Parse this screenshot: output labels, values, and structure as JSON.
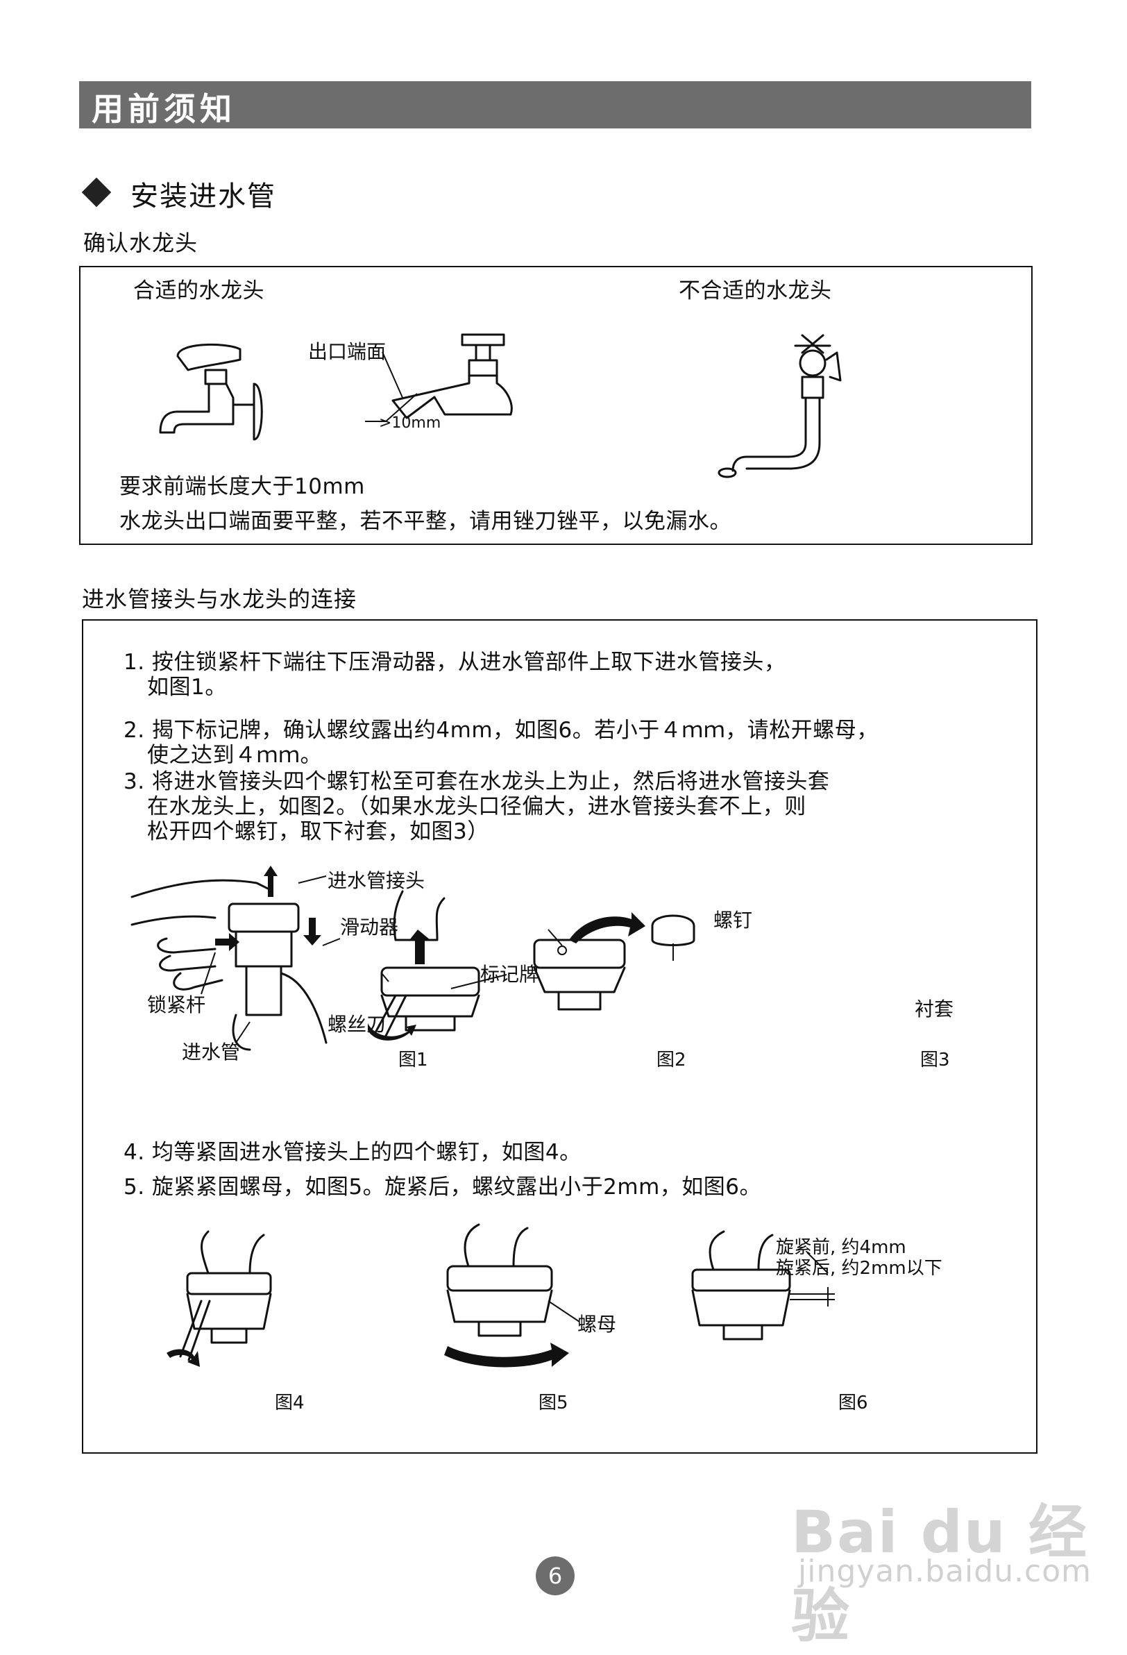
{
  "header": {
    "title": "用前须知"
  },
  "section": {
    "title": "安装进水管"
  },
  "faucet_check": {
    "subtitle": "确认水龙头",
    "suitable_label": "合适的水龙头",
    "unsuitable_label": "不合适的水龙头",
    "outlet_face_label": "出口端面",
    "length_label": ">10mm",
    "note1": "要求前端长度大于10mm",
    "note2": "水龙头出口端面要平整，若不平整，请用锉刀锉平，以免漏水。"
  },
  "connection": {
    "subtitle": "进水管接头与水龙头的连接",
    "steps": [
      {
        "line1": "1. 按住锁紧杆下端往下压滑动器，从进水管部件上取下进水管接头，",
        "line2": "如图1。"
      },
      {
        "line1": "2. 揭下标记牌，确认螺纹露出约4mm，如图6。若小于４ｍｍ，请松开螺母，",
        "line2": "使之达到４ｍｍ。"
      },
      {
        "line1": "3. 将进水管接头四个螺钉松至可套在水龙头上为止，然后将进水管接头套",
        "line2": "在水龙头上，如图2。（如果水龙头口径偏大，进水管接头套不上，则",
        "line3": "松开四个螺钉，取下衬套，如图3）"
      },
      {
        "line1": "4. 均等紧固进水管接头上的四个螺钉，如图4。"
      },
      {
        "line1": "5. 旋紧紧固螺母，如图5。旋紧后，螺纹露出小于2mm，如图6。"
      }
    ],
    "fig1": {
      "caption": "图1",
      "label_connector": "进水管接头",
      "label_slider": "滑动器",
      "label_lever": "锁紧杆",
      "label_hose": "进水管"
    },
    "fig2": {
      "caption": "图2",
      "label_screwdriver": "螺丝刀",
      "label_tag": "标记牌"
    },
    "fig3": {
      "caption": "图3",
      "label_screw": "螺钉",
      "label_bushing": "衬套"
    },
    "fig4": {
      "caption": "图4"
    },
    "fig5": {
      "caption": "图5",
      "label_nut": "螺母"
    },
    "fig6": {
      "caption": "图6",
      "label_before": "旋紧前, 约4mm",
      "label_after": "旋紧后, 约2mm以下"
    }
  },
  "page_number": "6",
  "watermark": {
    "brand": "Bai du 经验",
    "url": "jingyan.baidu.com"
  }
}
